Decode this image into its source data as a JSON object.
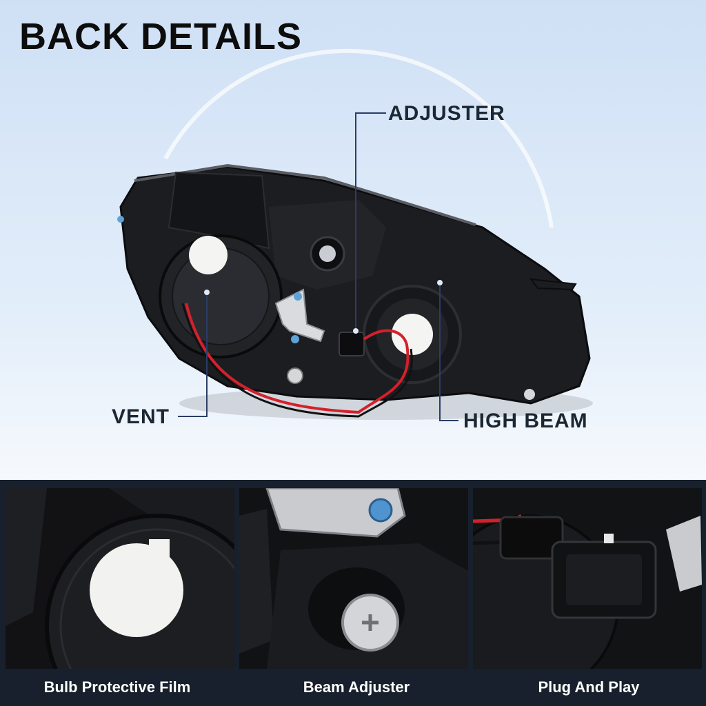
{
  "title": "BACK DETAILS",
  "callouts": {
    "adjuster": "ADJUSTER",
    "vent": "VENT",
    "high_beam": "HIGH BEAM"
  },
  "panels": [
    {
      "caption": "Bulb Protective Film",
      "icon": "bulb-cover-icon"
    },
    {
      "caption": "Beam Adjuster",
      "icon": "adjuster-screw-icon"
    },
    {
      "caption": "Plug And Play",
      "icon": "connector-plug-icon"
    }
  ],
  "colors": {
    "callout_line": "#2b3d66",
    "housing": "#1a1b1e",
    "wire_red": "#d5202b",
    "band": "#17202c"
  }
}
